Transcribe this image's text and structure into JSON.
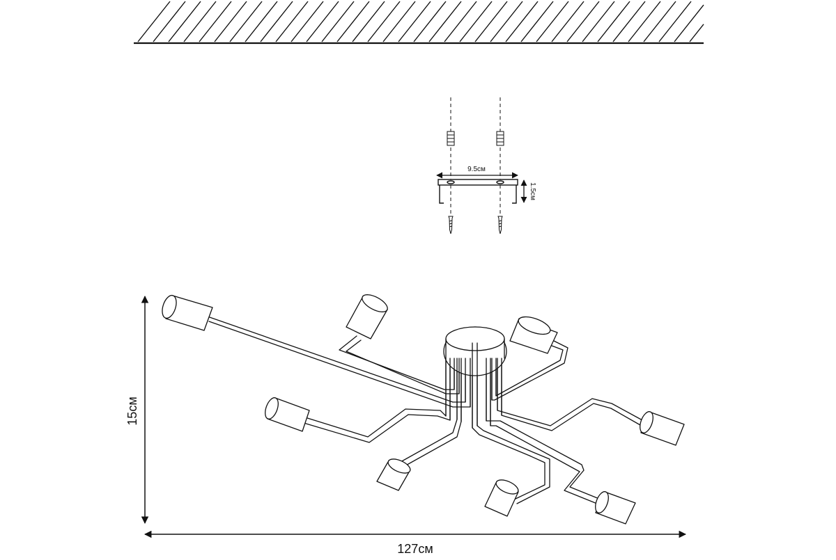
{
  "bracket": {
    "width_label": "9.5см",
    "height_label": "1.5см"
  },
  "fixture": {
    "height_label": "15см",
    "width_label": "127см"
  }
}
